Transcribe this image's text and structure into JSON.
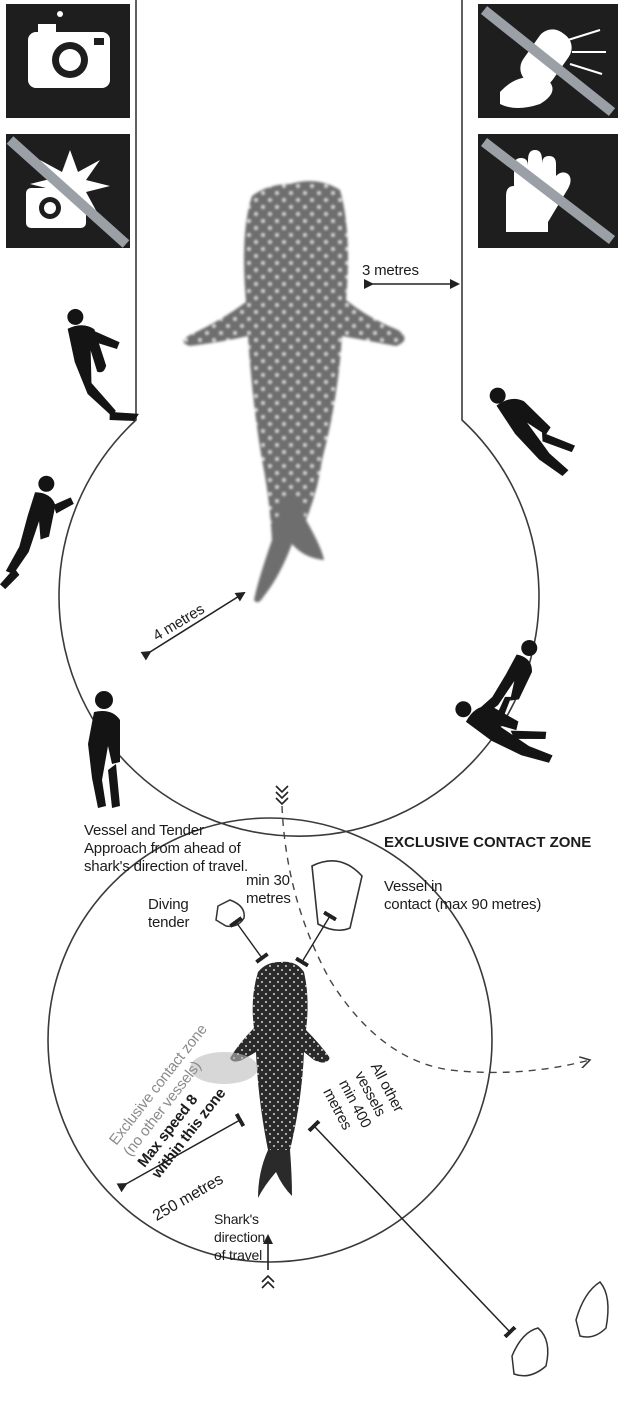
{
  "labels": {
    "three_metres": "3 metres",
    "four_metres": "4 metres",
    "exclusive_zone_heading": "EXCLUSIVE CONTACT ZONE",
    "approach_line1": "Vessel and Tender",
    "approach_line2": "Approach from ahead of",
    "approach_line3": "shark's direction of travel.",
    "vessel_contact_line1": "Vessel in",
    "vessel_contact_line2": "contact (max 90 metres)",
    "min30_line1": "min 30",
    "min30_line2": "metres",
    "diving_tender_line1": "Diving",
    "diving_tender_line2": "tender",
    "zone_text_line1": "Exclusive contact zone",
    "zone_text_line2": "(no other vessels)",
    "zone_text_line3": "Max speed 8",
    "zone_text_line4": "within this zone",
    "two_fifty_metres": "250 metres",
    "all_other_line1": "All other",
    "all_other_line2": "vessels",
    "all_other_line3": "min 400",
    "all_other_line4": "metres",
    "shark_dir_line1": "Shark's",
    "shark_dir_line2": "direction",
    "shark_dir_line3": "of travel"
  },
  "icons": [
    {
      "name": "camera-icon",
      "prohibited": false
    },
    {
      "name": "flash-camera-prohibited-icon",
      "prohibited": true
    },
    {
      "name": "torch-prohibited-icon",
      "prohibited": true
    },
    {
      "name": "touching-prohibited-icon",
      "prohibited": true
    }
  ],
  "colors": {
    "icon_background": "#1e1e1e",
    "prohibition_slash": "#9aa0a6",
    "shark_body": "#6e6e6e",
    "shark_spots": "#ffffff",
    "diver_silhouette": "#141414",
    "outline": "#3a3a3a"
  }
}
